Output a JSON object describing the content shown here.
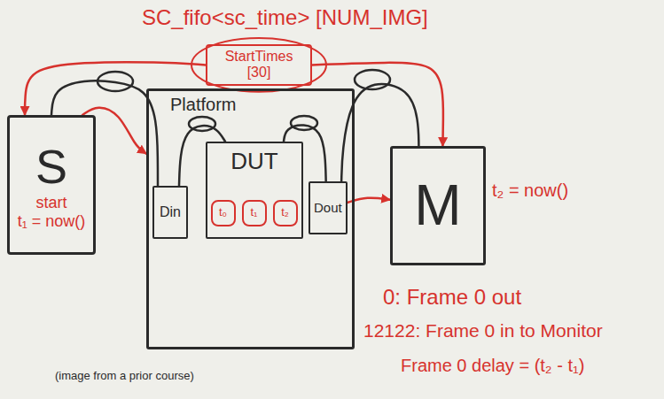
{
  "diagram": {
    "nodes": [
      {
        "text": [
          "StartTimes [30]"
        ]
      },
      {
        "text": [
          "S",
          "start",
          "t₁ = now()"
        ]
      },
      {
        "text": [
          "Platform"
        ]
      },
      {
        "text": [
          "Din"
        ],
        "in": 2
      },
      {
        "text": [
          "DUT"
        ],
        "in": 2
      },
      {
        "text": [
          "t₀"
        ],
        "in": 4
      },
      {
        "text": [
          "t₁"
        ],
        "in": 4
      },
      {
        "text": [
          "t₂"
        ],
        "in": 4
      },
      {
        "text": [
          "Dout"
        ],
        "in": 2
      },
      {
        "text": [
          "M",
          "t₂ = now()"
        ]
      }
    ],
    "edges": [
      {
        "from": 0,
        "to": 1,
        "arrow": "to"
      },
      {
        "from": 0,
        "to": 9,
        "arrow": "to"
      },
      {
        "from": 1,
        "to": 3,
        "arrow": "none"
      },
      {
        "from": 1,
        "to": 2,
        "arrow": "to"
      },
      {
        "from": 3,
        "to": 4,
        "arrow": "none"
      },
      {
        "from": 4,
        "to": 8,
        "arrow": "none"
      },
      {
        "from": 8,
        "to": 9,
        "arrow": "none"
      },
      {
        "from": 8,
        "to": 9,
        "arrow": "to"
      }
    ],
    "labels": [
      "SC_fifo<sc_time> [NUM_IMG]",
      "0: Frame 0 out",
      "12122: Frame 0 in to Monitor",
      "Frame 0 delay = (t₂ - t₁)",
      "(image from a prior course)"
    ]
  }
}
